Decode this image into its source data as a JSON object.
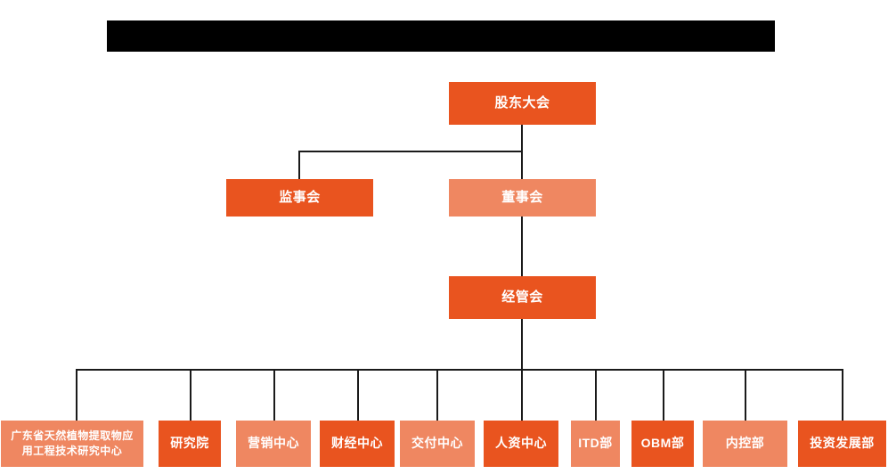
{
  "chart_data": {
    "type": "diagram",
    "diagram_kind": "organization-chart",
    "title": "",
    "colors": {
      "accent_dark": "#E9541F",
      "accent_light": "#EF8761",
      "connector": "#1a1a1a",
      "background": "#FFFFFF",
      "redaction": "#000000",
      "text": "#FFFFFF"
    },
    "levels": [
      {
        "level": 1,
        "nodes": [
          "股东大会"
        ]
      },
      {
        "level": 2,
        "nodes": [
          "监事会",
          "董事会"
        ]
      },
      {
        "level": 3,
        "nodes": [
          "经管会"
        ]
      },
      {
        "level": 4,
        "nodes": [
          "广东省天然植物提取物应用工程技术研究中心",
          "研究院",
          "营销中心",
          "财经中心",
          "交付中心",
          "人资中心",
          "ITD部",
          "OBM部",
          "内控部",
          "投资发展部"
        ]
      }
    ],
    "edges": [
      {
        "from": "股东大会",
        "to": "监事会"
      },
      {
        "from": "股东大会",
        "to": "董事会"
      },
      {
        "from": "董事会",
        "to": "经管会"
      },
      {
        "from": "经管会",
        "to": "广东省天然植物提取物应用工程技术研究中心"
      },
      {
        "from": "经管会",
        "to": "研究院"
      },
      {
        "from": "经管会",
        "to": "营销中心"
      },
      {
        "from": "经管会",
        "to": "财经中心"
      },
      {
        "from": "经管会",
        "to": "交付中心"
      },
      {
        "from": "经管会",
        "to": "人资中心"
      },
      {
        "from": "经管会",
        "to": "ITD部"
      },
      {
        "from": "经管会",
        "to": "OBM部"
      },
      {
        "from": "经管会",
        "to": "内控部"
      },
      {
        "from": "经管会",
        "to": "投资发展部"
      }
    ]
  },
  "banner": {
    "label": ""
  },
  "nodes": {
    "shareholders_meeting": {
      "label": "股东大会"
    },
    "board_of_supervisors": {
      "label": "监事会"
    },
    "board_of_directors": {
      "label": "董事会"
    },
    "management_committee": {
      "label": "经管会"
    },
    "research_center_gd": {
      "label": "广东省天然植物提取物应\n用工程技术研究中心"
    },
    "research_institute": {
      "label": "研究院"
    },
    "marketing_center": {
      "label": "营销中心"
    },
    "finance_center": {
      "label": "财经中心"
    },
    "delivery_center": {
      "label": "交付中心"
    },
    "hr_center": {
      "label": "人资中心"
    },
    "itd_dept": {
      "label": "ITD部"
    },
    "obm_dept": {
      "label": "OBM部"
    },
    "internal_control": {
      "label": "内控部"
    },
    "investment_dev": {
      "label": "投资发展部"
    }
  }
}
